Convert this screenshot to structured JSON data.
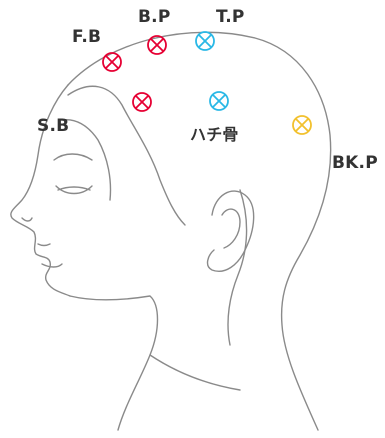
{
  "labels": {
    "fb": "F.B",
    "bp": "B.P",
    "tp": "T.P",
    "sb": "S.B",
    "bkp": "BK.P",
    "hachi": "ハチ骨"
  },
  "colors": {
    "red": "#e60033",
    "cyan": "#2ab8e6",
    "yellow": "#f2c12e",
    "outline": "#8a8a8a",
    "text": "#333333"
  },
  "icons": {
    "marker": "circled-x-icon"
  }
}
